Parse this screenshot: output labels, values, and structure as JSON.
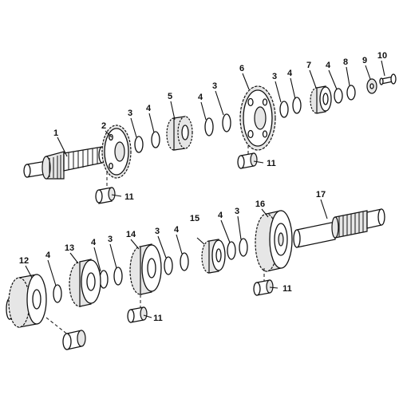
{
  "labels": {
    "c1": "1",
    "c2": "2",
    "c3a": "3",
    "c4a": "4",
    "c5": "5",
    "c4b": "4",
    "c3b": "3",
    "c6": "6",
    "c3c": "3",
    "c4c": "4",
    "c7": "7",
    "c4d": "4",
    "c8": "8",
    "c9": "9",
    "c10": "10",
    "c11a": "11",
    "c11b": "11",
    "c17": "17",
    "c16": "16",
    "c3d": "3",
    "c4e": "4",
    "c15": "15",
    "c4f": "4",
    "c3e": "3",
    "c14": "14",
    "c3f": "3",
    "c4g": "4",
    "c13": "13",
    "c4h": "4",
    "c12": "12",
    "c11c": "11",
    "c11d": "11"
  }
}
